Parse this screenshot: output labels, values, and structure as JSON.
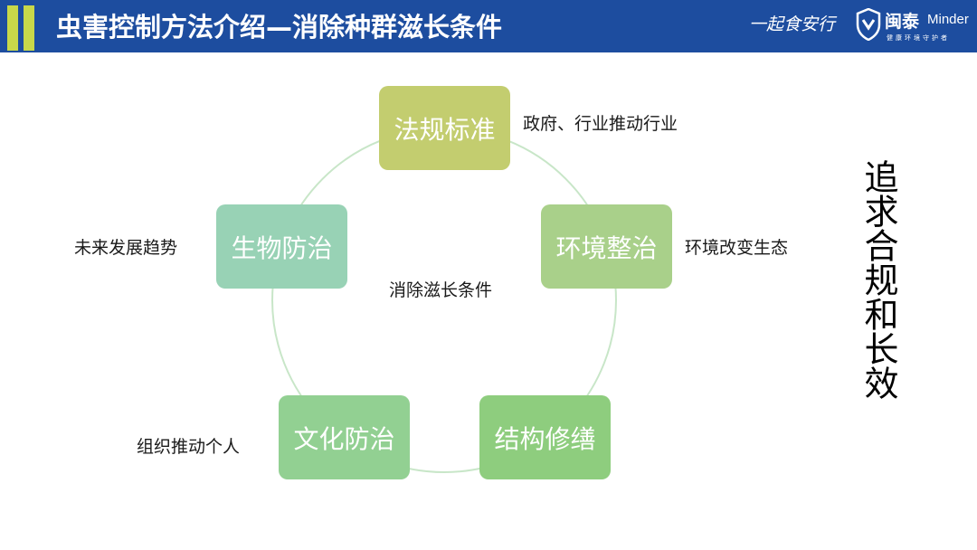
{
  "header": {
    "title": "虫害控制方法介绍—消除种群滋长条件",
    "slogan": "一起食安行",
    "brand_name": "闽泰",
    "brand_latin": "Minder",
    "brand_sub": "健康环境守护者"
  },
  "cycle": {
    "center": "消除滋长条件",
    "nodes": [
      {
        "label": "法规标准",
        "note": "政府、行业推动行业",
        "color": "#c3cd6f"
      },
      {
        "label": "环境整治",
        "note": "环境改变生态",
        "color": "#a9d08a"
      },
      {
        "label": "结构修缮",
        "note": "",
        "color": "#8ecd7e"
      },
      {
        "label": "文化防治",
        "note": "组织推动个人",
        "color": "#92d092"
      },
      {
        "label": "生物防治",
        "note": "未来发展趋势",
        "color": "#98d2b5"
      }
    ],
    "ring_color": "#c8e6c8"
  },
  "side_text": "追求合规和长效",
  "colors": {
    "header": "#1d4d9f",
    "accent_bar": "#c8d84a"
  }
}
